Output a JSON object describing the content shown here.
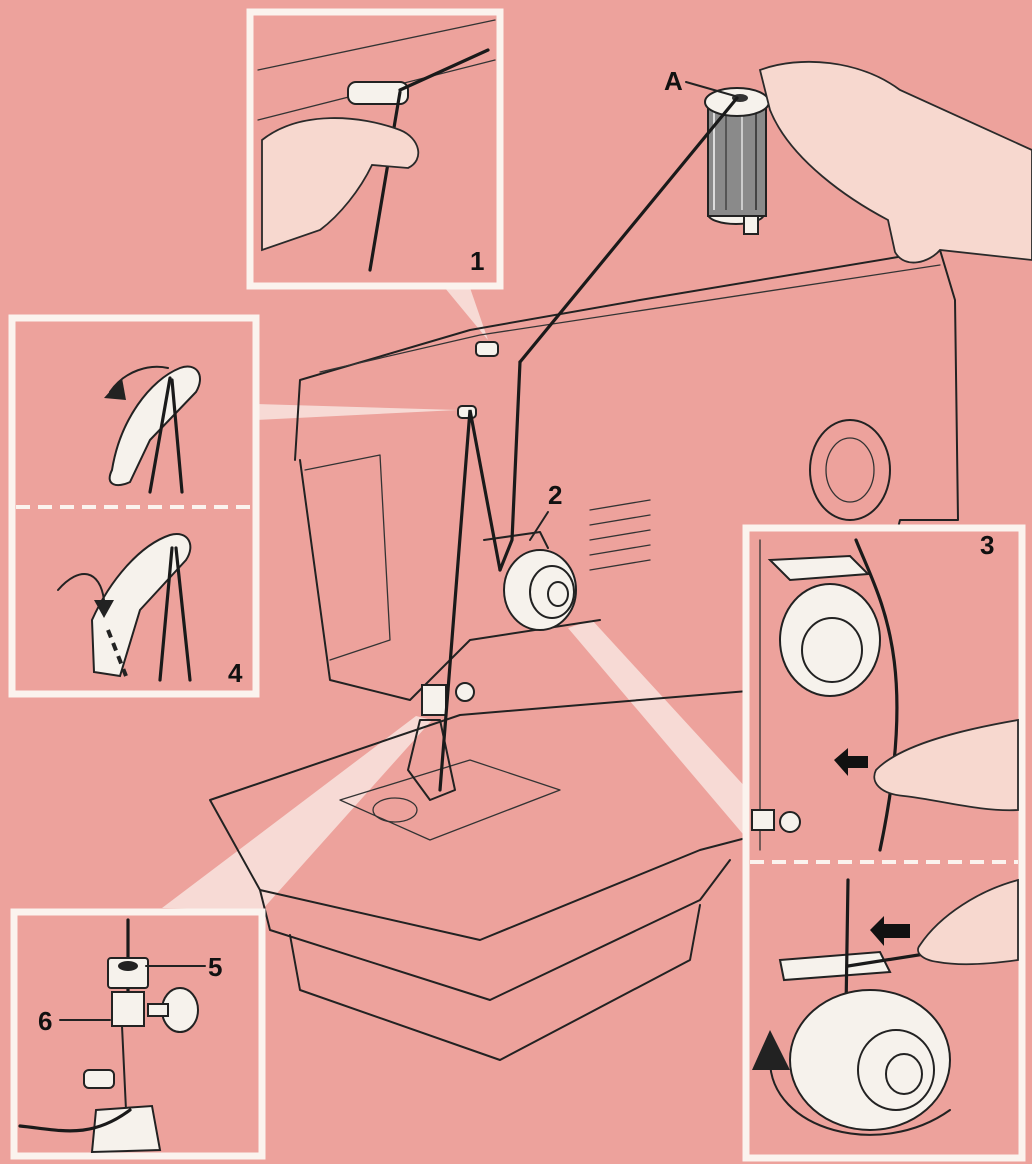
{
  "labels": {
    "spool_pin": "A",
    "step1": "1",
    "step2": "2",
    "step3": "3",
    "step4": "4",
    "step5": "5",
    "step6": "6"
  },
  "colors": {
    "background": "#EDA29C",
    "panel_border": "#FBF3EE",
    "line": "#222222"
  }
}
